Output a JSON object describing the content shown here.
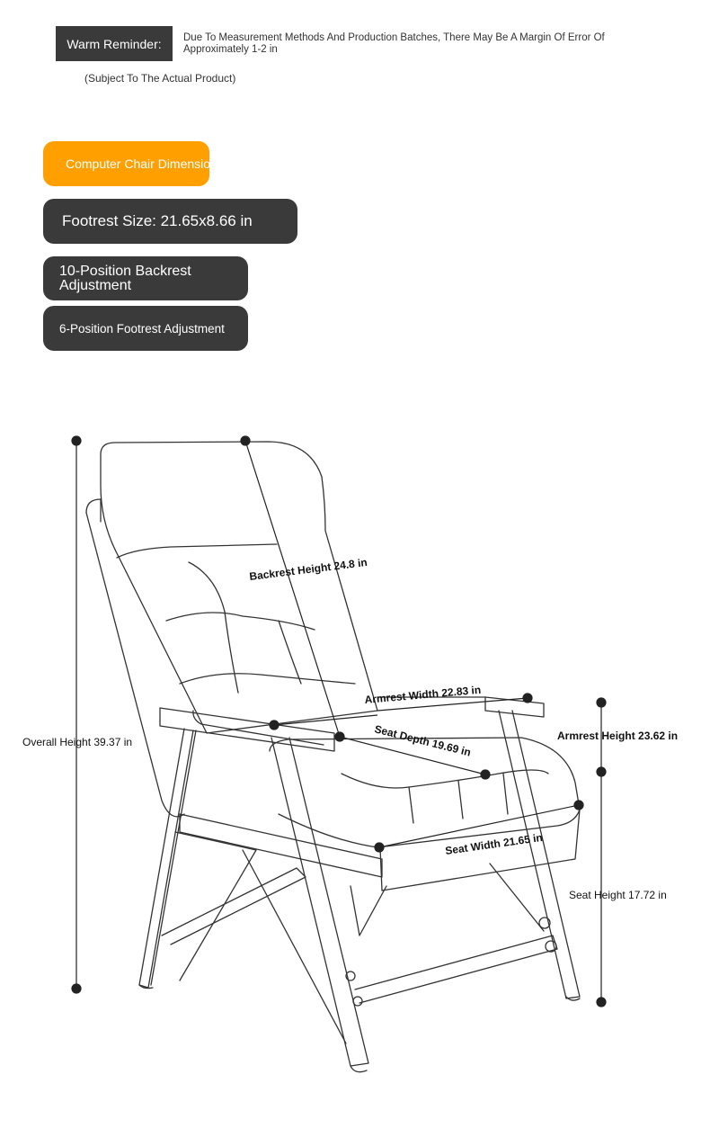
{
  "reminder": {
    "tag": "Warm Reminder:",
    "text": "Due To Measurement Methods And Production Batches, There May Be A Margin Of Error Of Approximately 1-2 in",
    "sub": "(Subject To The Actual Product)"
  },
  "badges": {
    "title": "Computer Chair Dimensions",
    "footrest_size": "Footrest Size: 21.65x8.66 in",
    "backrest_adjustment": "10-Position Backrest Adjustment",
    "footrest_adjustment": "6-Position Footrest Adjustment"
  },
  "dimensions": {
    "overall_height": "Overall Height 39.37 in",
    "backrest_height": "Backrest Height 24.8 in",
    "armrest_width": "Armrest Width 22.83 in",
    "seat_depth": "Seat Depth 19.69 in",
    "armrest_height": "Armrest Height 23.62 in",
    "seat_width": "Seat Width 21.65 in",
    "seat_height": "Seat Height 17.72 in"
  }
}
